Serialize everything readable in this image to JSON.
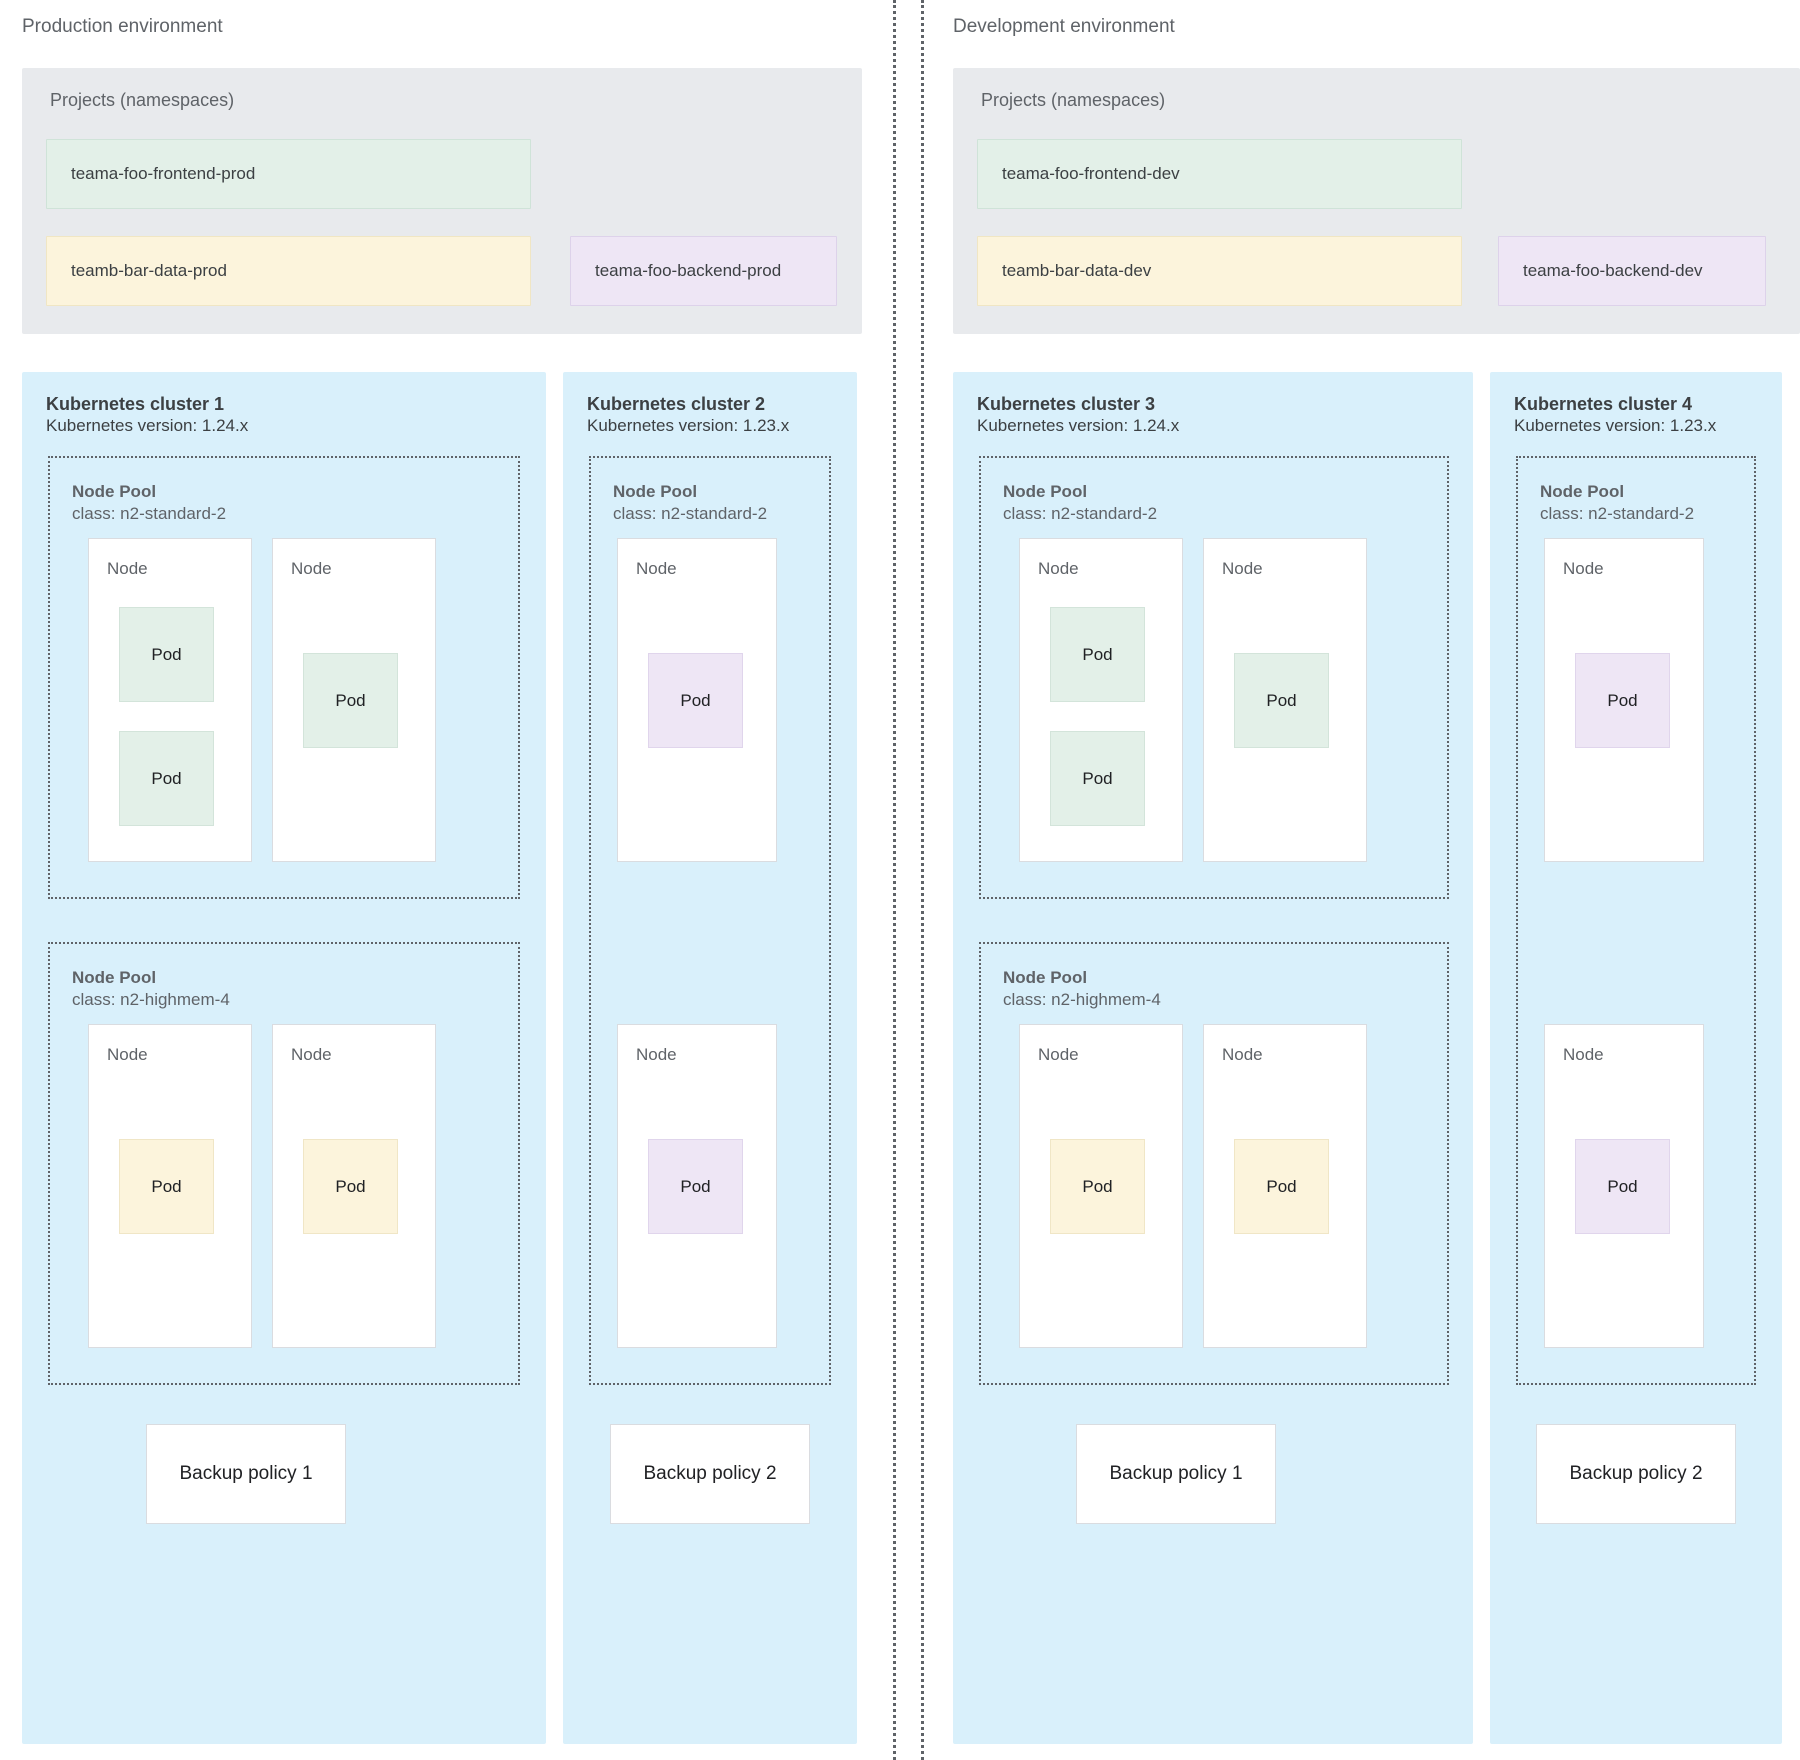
{
  "environments": [
    {
      "title": "Production environment",
      "projects": {
        "label": "Projects (namespaces)",
        "namespaces": [
          {
            "name": "teama-foo-frontend-prod",
            "color": "green"
          },
          {
            "name": "teamb-bar-data-prod",
            "color": "yellow"
          },
          {
            "name": "teama-foo-backend-prod",
            "color": "purple"
          }
        ]
      },
      "clusters": [
        {
          "title": "Kubernetes cluster 1",
          "version": "Kubernetes version: 1.24.x",
          "layout": "two-pool",
          "pools": [
            {
              "title": "Node Pool",
              "class": "class: n2-standard-2",
              "nodes": [
                {
                  "label": "Node",
                  "pods": [
                    {
                      "label": "Pod",
                      "color": "green",
                      "slot": "slot-a"
                    },
                    {
                      "label": "Pod",
                      "color": "green",
                      "slot": "slot-b"
                    }
                  ]
                },
                {
                  "label": "Node",
                  "pods": [
                    {
                      "label": "Pod",
                      "color": "green",
                      "slot": "slot-mid"
                    }
                  ]
                }
              ]
            },
            {
              "title": "Node Pool",
              "class": "class: n2-highmem-4",
              "nodes": [
                {
                  "label": "Node",
                  "pods": [
                    {
                      "label": "Pod",
                      "color": "yellow",
                      "slot": "slot-mid"
                    }
                  ]
                },
                {
                  "label": "Node",
                  "pods": [
                    {
                      "label": "Pod",
                      "color": "yellow",
                      "slot": "slot-mid"
                    }
                  ]
                }
              ]
            }
          ],
          "backup_policy": "Backup policy 1"
        },
        {
          "title": "Kubernetes cluster 2",
          "version": "Kubernetes version: 1.23.x",
          "layout": "one-pool",
          "pools": [
            {
              "title": "Node Pool",
              "class": "class: n2-standard-2",
              "nodes": [
                {
                  "label": "Node",
                  "pods": [
                    {
                      "label": "Pod",
                      "color": "purple",
                      "slot": "slot-mid"
                    }
                  ]
                },
                {
                  "label": "Node",
                  "pods": [
                    {
                      "label": "Pod",
                      "color": "purple",
                      "slot": "slot-mid"
                    }
                  ]
                }
              ]
            }
          ],
          "backup_policy": "Backup policy 2"
        }
      ]
    },
    {
      "title": "Development environment",
      "projects": {
        "label": "Projects (namespaces)",
        "namespaces": [
          {
            "name": "teama-foo-frontend-dev",
            "color": "green"
          },
          {
            "name": "teamb-bar-data-dev",
            "color": "yellow"
          },
          {
            "name": "teama-foo-backend-dev",
            "color": "purple"
          }
        ]
      },
      "clusters": [
        {
          "title": "Kubernetes cluster 3",
          "version": "Kubernetes version: 1.24.x",
          "layout": "two-pool",
          "pools": [
            {
              "title": "Node Pool",
              "class": "class: n2-standard-2",
              "nodes": [
                {
                  "label": "Node",
                  "pods": [
                    {
                      "label": "Pod",
                      "color": "green",
                      "slot": "slot-a"
                    },
                    {
                      "label": "Pod",
                      "color": "green",
                      "slot": "slot-b"
                    }
                  ]
                },
                {
                  "label": "Node",
                  "pods": [
                    {
                      "label": "Pod",
                      "color": "green",
                      "slot": "slot-mid"
                    }
                  ]
                }
              ]
            },
            {
              "title": "Node Pool",
              "class": "class: n2-highmem-4",
              "nodes": [
                {
                  "label": "Node",
                  "pods": [
                    {
                      "label": "Pod",
                      "color": "yellow",
                      "slot": "slot-mid"
                    }
                  ]
                },
                {
                  "label": "Node",
                  "pods": [
                    {
                      "label": "Pod",
                      "color": "yellow",
                      "slot": "slot-mid"
                    }
                  ]
                }
              ]
            }
          ],
          "backup_policy": "Backup policy 1"
        },
        {
          "title": "Kubernetes cluster 4",
          "version": "Kubernetes version: 1.23.x",
          "layout": "one-pool",
          "pools": [
            {
              "title": "Node Pool",
              "class": "class: n2-standard-2",
              "nodes": [
                {
                  "label": "Node",
                  "pods": [
                    {
                      "label": "Pod",
                      "color": "purple",
                      "slot": "slot-mid"
                    }
                  ]
                },
                {
                  "label": "Node",
                  "pods": [
                    {
                      "label": "Pod",
                      "color": "purple",
                      "slot": "slot-mid"
                    }
                  ]
                }
              ]
            }
          ],
          "backup_policy": "Backup policy 2"
        }
      ]
    }
  ],
  "colors": {
    "cluster_bg": "#d9f0fb",
    "projects_bg": "#e8eaed",
    "pod_green": "#e3f0e8",
    "pod_yellow": "#fcf4dc",
    "pod_purple": "#eee6f5",
    "text_primary": "#3c4043",
    "text_secondary": "#5f6368",
    "divider": "#5f6368"
  }
}
